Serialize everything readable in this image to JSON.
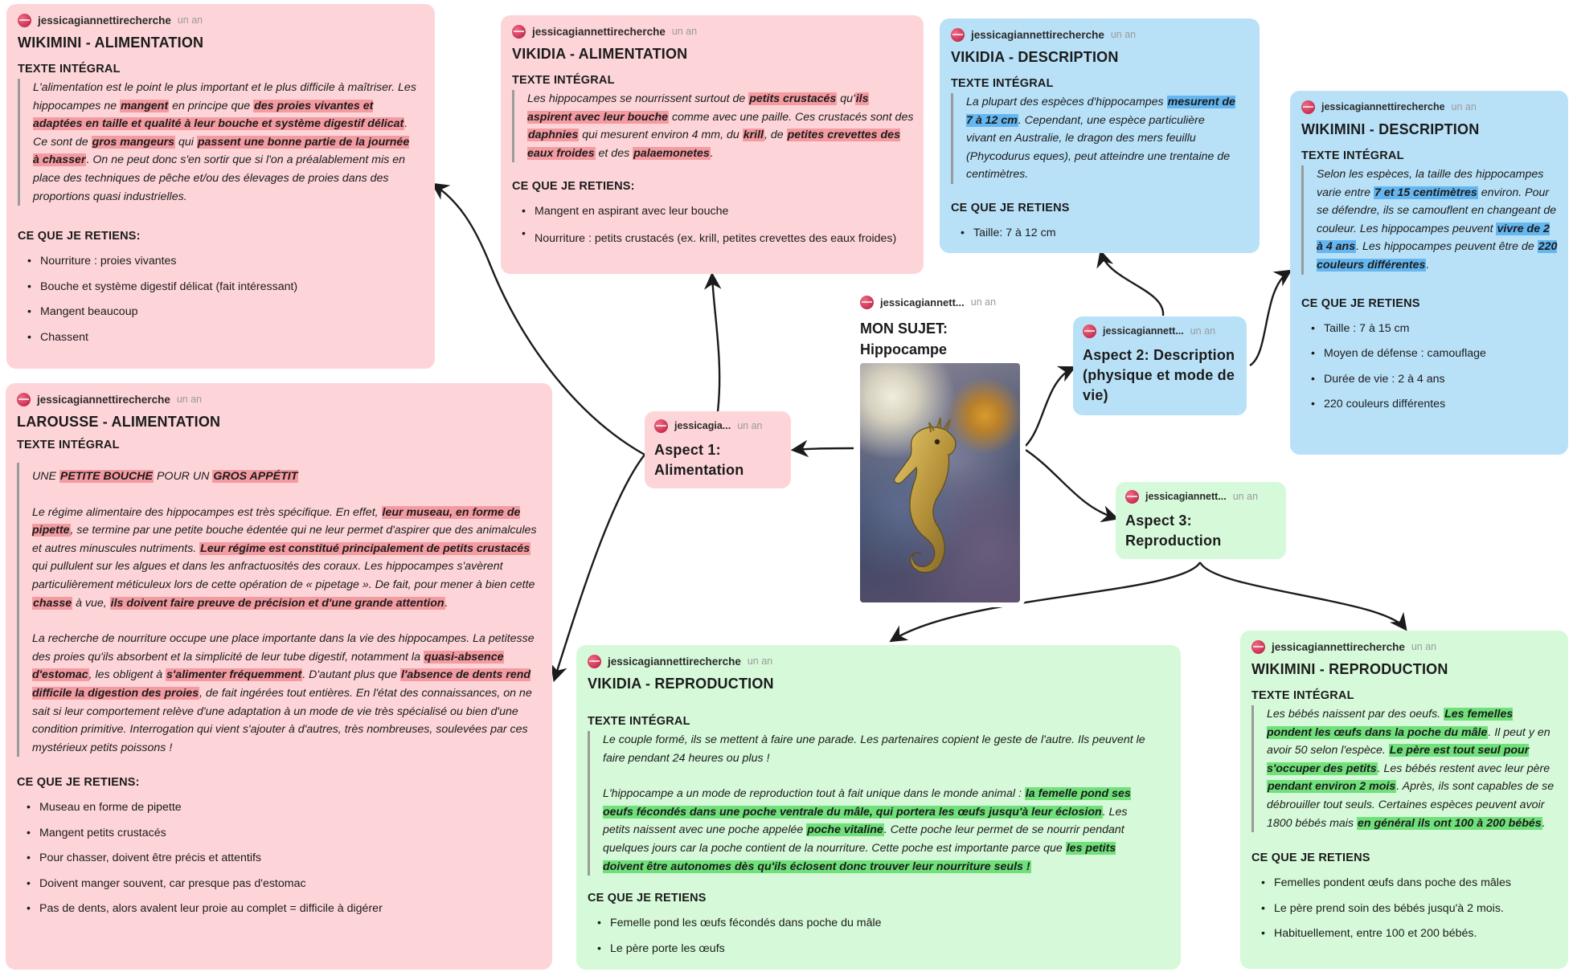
{
  "center": {
    "author": "jessicagiannett...",
    "ago": "un an",
    "title_line1": "MON SUJET:",
    "title_line2": "Hippocampe",
    "image_icon": "seahorse-photo"
  },
  "aspect1": {
    "author": "jessicagia...",
    "ago": "un an",
    "line1": "Aspect 1:",
    "line2": "Alimentation"
  },
  "aspect2": {
    "author": "jessicagiannett...",
    "ago": "un an",
    "line1": "Aspect 2: Description",
    "line2": "(physique et mode de",
    "line3": "vie)"
  },
  "aspect3": {
    "author": "jessicagiannett...",
    "ago": "un an",
    "line1": "Aspect 3:",
    "line2": "Reproduction"
  },
  "wikimini_alimentation": {
    "author": "jessicagiannettirecherche",
    "ago": "un an",
    "title": "WIKIMINI - ALIMENTATION",
    "sub1": "TEXTE INTÉGRAL",
    "sub2": "CE QUE JE RETIENS:",
    "t": [
      "L'alimentation est le point le plus important et le plus difficile à maîtriser. Les hippocampes ne ",
      "mangent",
      " en principe que ",
      "des proies vivantes et adaptées en taille et qualité à leur bouche et système digestif délicat",
      ". Ce sont de ",
      "gros mangeurs",
      " qui ",
      "passent une bonne partie de la journée à chasser",
      ". On ne peut donc s'en sortir que si l'on a préalablement mis en place des techniques de pêche et/ou des élevages de proies dans des proportions quasi industrielles."
    ],
    "items": [
      "Nourriture : proies vivantes",
      "Bouche et système digestif délicat (fait intéressant)",
      "Mangent beaucoup",
      "Chassent"
    ]
  },
  "vikidia_alimentation": {
    "author": "jessicagiannettirecherche",
    "ago": "un an",
    "title": "VIKIDIA - ALIMENTATION",
    "sub1": "TEXTE INTÉGRAL",
    "sub2": "CE QUE JE RETIENS:",
    "t": [
      "Les hippocampes se nourrissent surtout de ",
      "petits crustacés",
      " qu'",
      "ils aspirent avec leur bouche",
      " comme avec une paille. Ces crustacés sont des ",
      "daphnies",
      " qui mesurent environ 4 mm, du ",
      "krill",
      ", de ",
      "petites crevettes des eaux froides",
      " et des ",
      "palaemonetes",
      "."
    ],
    "items": [
      "Mangent en aspirant avec leur bouche",
      "Nourriture : petits crustacés (ex. krill, petites crevettes des eaux froides)"
    ]
  },
  "vikidia_description": {
    "author": "jessicagiannettirecherche",
    "ago": "un an",
    "title": "VIKIDIA - DESCRIPTION",
    "sub1": "TEXTE INTÉGRAL",
    "sub2": "CE QUE JE RETIENS",
    "t": [
      "La plupart des espèces d'hippocampes ",
      "mesurent de 7 à 12 cm",
      ". Cependant, une espèce particulière vivant en Australie, le dragon des mers feuillu (Phycodurus eques), peut atteindre une trentaine de centimètres."
    ],
    "items": [
      "Taille: 7 à 12 cm"
    ]
  },
  "wikimini_description": {
    "author": "jessicagiannettirecherche",
    "ago": "un an",
    "title": "WIKIMINI - DESCRIPTION",
    "sub1": "TEXTE INTÉGRAL",
    "sub2": "CE QUE JE RETIENS",
    "t": [
      "Selon les espèces, la taille des hippocampes varie entre ",
      "7 et 15 centimètres",
      " environ. Pour se défendre, ils se camouflent en changeant de couleur. Les hippocampes peuvent ",
      "vivre de 2 à 4 ans",
      ". Les hippocampes peuvent être de ",
      "220 couleurs différentes",
      "."
    ],
    "items": [
      "Taille : 7 à 15 cm",
      "Moyen de défense : camouflage",
      "Durée de vie : 2 à 4 ans",
      "220 couleurs différentes"
    ]
  },
  "larousse_alimentation": {
    "author": "jessicagiannettirecherche",
    "ago": "un an",
    "title": "LAROUSSE - ALIMENTATION",
    "sub1": "TEXTE INTÉGRAL",
    "sub2": "CE QUE JE RETIENS:",
    "p1": [
      "UNE ",
      "PETITE BOUCHE",
      " POUR UN ",
      "GROS APPÉTIT"
    ],
    "p2": [
      "Le régime alimentaire des hippocampes est très spécifique. En effet, ",
      "leur museau, en forme de pipette",
      ", se termine par une petite bouche édentée qui ne leur permet d'aspirer que des animalcules et autres minuscules nutriments. ",
      "Leur régime est constitué principalement de petits crustacés",
      " qui pullulent sur les algues et dans les anfractuosités des coraux. Les hippocampes s'avèrent particulièrement méticuleux lors de cette opération de « pipetage ». De fait, pour mener à bien cette ",
      "chasse",
      " à vue, ",
      "ils doivent faire preuve de précision et d'une grande attention",
      "."
    ],
    "p3": [
      "La recherche de nourriture occupe une place importante dans la vie des hippocampes. La petitesse des proies qu'ils absorbent et la simplicité de leur tube digestif, notamment la ",
      "quasi-absence d'estomac",
      ", les obligent à ",
      "s'alimenter fréquemment",
      ". D'autant plus que ",
      "l'absence de dents rend difficile la digestion des proies",
      ", de fait ingérées tout entières. En l'état des connaissances, on ne sait si leur comportement relève d'une adaptation à un mode de vie très spécialisé ou bien d'une condition primitive. Interrogation qui vient s'ajouter à d'autres, très nombreuses, soulevées par ces mystérieux petits poissons !"
    ],
    "items": [
      "Museau en forme de pipette",
      "Mangent petits crustacés",
      "Pour chasser, doivent être précis et attentifs",
      "Doivent manger souvent, car presque pas d'estomac",
      "Pas de dents, alors avalent leur proie au complet = difficile à digérer"
    ]
  },
  "vikidia_reproduction": {
    "author": "jessicagiannettirecherche",
    "ago": "un an",
    "title": "VIKIDIA - REPRODUCTION",
    "sub1": "TEXTE INTÉGRAL",
    "sub2": "CE QUE JE RETIENS",
    "p1": "Le couple formé, ils se mettent à faire une parade. Les partenaires copient le geste de l'autre. Ils peuvent le faire pendant 24 heures ou plus !",
    "p2": [
      "L'hippocampe a un mode de reproduction tout à fait unique dans le monde animal : ",
      "la femelle pond ses oeufs fécondés dans une poche ventrale du mâle, qui portera les œufs jusqu'à leur éclosion",
      ". Les petits naissent avec une poche appelée ",
      "poche vitaline",
      ". Cette poche leur permet de se nourrir pendant quelques jours car la poche contient de la nourriture. Cette poche est importante parce que ",
      "les petits doivent être autonomes dès qu'ils éclosent donc trouver leur nourriture seuls !"
    ],
    "items": [
      "Femelle pond les œufs fécondés dans poche du mâle",
      "Le père porte les œufs"
    ]
  },
  "wikimini_reproduction": {
    "author": "jessicagiannettirecherche",
    "ago": "un an",
    "title": "WIKIMINI - REPRODUCTION",
    "sub1": "TEXTE INTÉGRAL",
    "sub2": "CE QUE JE RETIENS",
    "t": [
      "Les bébés naissent par des oeufs. ",
      "Les femelles pondent les œufs dans la poche du mâle",
      ". Il peut y en avoir 50 selon l'espèce. ",
      "Le père est tout seul pour s'occuper des petits",
      ". Les bébés restent avec leur père ",
      "pendant environ 2 mois",
      ". Après, ils sont capables de se débrouiller tout seuls. Certaines espèces peuvent avoir 1800 bébés mais ",
      "en général ils ont 100 à 200 bébés",
      "."
    ],
    "items": [
      "Femelles pondent œufs dans poche des mâles",
      "Le père prend soin des bébés jusqu'à 2 mois.",
      "Habituellement, entre 100 et 200 bébés."
    ]
  },
  "colors": {
    "pink": "#fdd5d8",
    "blue": "#b8e1f8",
    "green": "#d6f9d9",
    "hl_red": "#f49aa1",
    "hl_blue": "#64b6f1",
    "hl_green": "#6fe07a"
  }
}
